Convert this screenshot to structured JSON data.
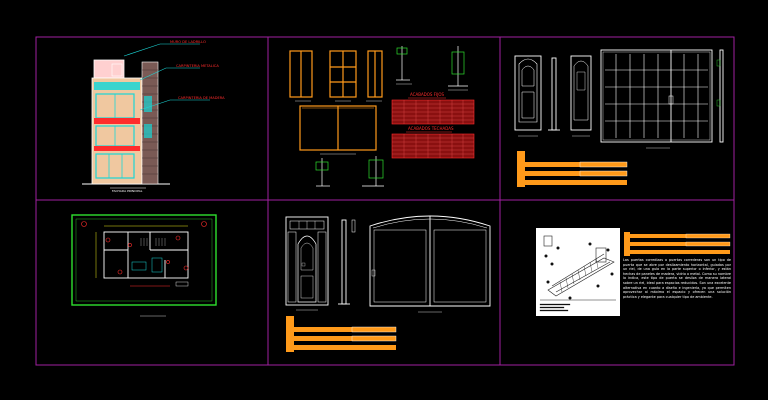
{
  "colors": {
    "background": "#000000",
    "frame": "#a020a0",
    "orange": "#ff9a1a",
    "red": "#e01818",
    "white": "#ffffff",
    "cyan": "#1ad6d6",
    "green": "#2ee02e",
    "yellow": "#e6e61a"
  },
  "panel1": {
    "callouts": [
      "MURO DE LADRILLO",
      "CARPINTERIA METALICA",
      "CARPINTERIA DE MADERA"
    ],
    "caption": "FACHADA PRINCIPAL"
  },
  "panel2": {
    "table1_title": "ACABADOS FIJOS",
    "table2_title": "ACABADOS TECHADAS"
  },
  "panel6": {
    "description": "Las puertas corredizas o puertas correderas son un tipo de puerta que se abre por deslizamiento horizontal, guiadas por un riel, de una guía en la parte superior o inferior, y están hechas de paneles de madera, vidrio o metal. Como su nombre lo indica, este tipo de puerta se desliza de manera lateral sobre un riel, ideal para espacios reducidos. Son una excelente alternativa en cuanto a diseño e ingeniería, ya que permiten aprovechar al máximo el espacio y ofrecen una solución práctica y elegante para cualquier tipo de ambiente."
  }
}
